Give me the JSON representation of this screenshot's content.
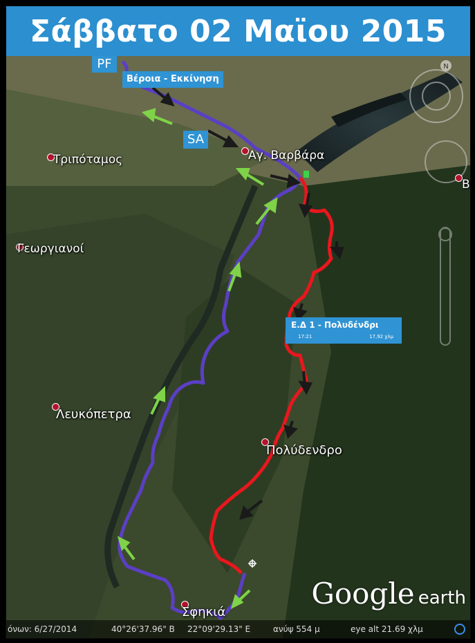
{
  "title": "Σάββατο 02 Μαϊου 2015",
  "map": {
    "labels": {
      "pf": "PF",
      "sa": "SA",
      "start": "Βέροια - Εκκίνηση"
    },
    "checkpoint": {
      "title": "Ε.Δ 1 - Πολυδένδρι",
      "time": "17:21",
      "distance": "17,92 χλμ"
    },
    "places": {
      "tripotamos": "Τριπόταμος",
      "agvarvara": "Αγ. Βαρβάρα",
      "georgianoi": "Γεωργιανοί",
      "lefkopetra": "Λευκόπετρα",
      "polydendro": "Πολύδενδρο",
      "sfikia": "Σφηκιά",
      "edge_b": "Β"
    },
    "route_colors": {
      "purple": "#5b3fc4",
      "red": "#e8171e",
      "arrow_dark": "#1a1a1a",
      "arrow_green": "#7ed348"
    }
  },
  "logo": {
    "main": "Google",
    "sub": "earth"
  },
  "status": {
    "imagery_date": "όνων: 6/27/2014",
    "lat": "40°26'37.96\" Β",
    "lon": "22°09'29.13\" Ε",
    "elevation": "ανύψ  554 μ",
    "eye_alt": "eye alt  21.69 χλμ"
  }
}
